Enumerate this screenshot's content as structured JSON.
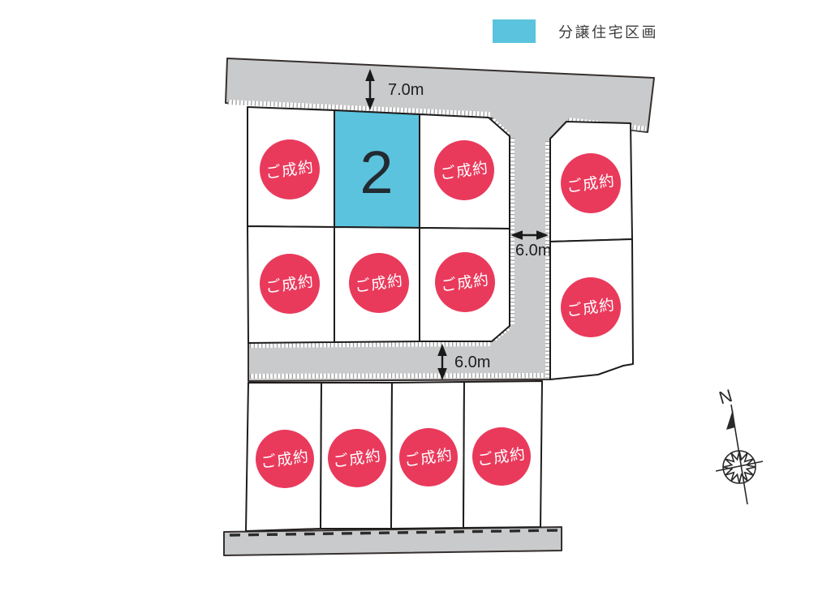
{
  "legend": {
    "label": "分譲住宅区画",
    "swatch_color": "#5bc3dd"
  },
  "map": {
    "available_lot": {
      "number": "2",
      "fill_color": "#5bc3dd"
    },
    "sold_badge_label": "ご成約",
    "sold_badge_count": 11,
    "dimensions": {
      "top_road": "7.0m",
      "side_road": "6.0m",
      "middle_road": "6.0m"
    },
    "compass": {
      "north_label": "N"
    },
    "colors": {
      "road": "#c9cacb",
      "sold_badge": "#e93a5c",
      "outline": "#1f1c1c"
    }
  }
}
